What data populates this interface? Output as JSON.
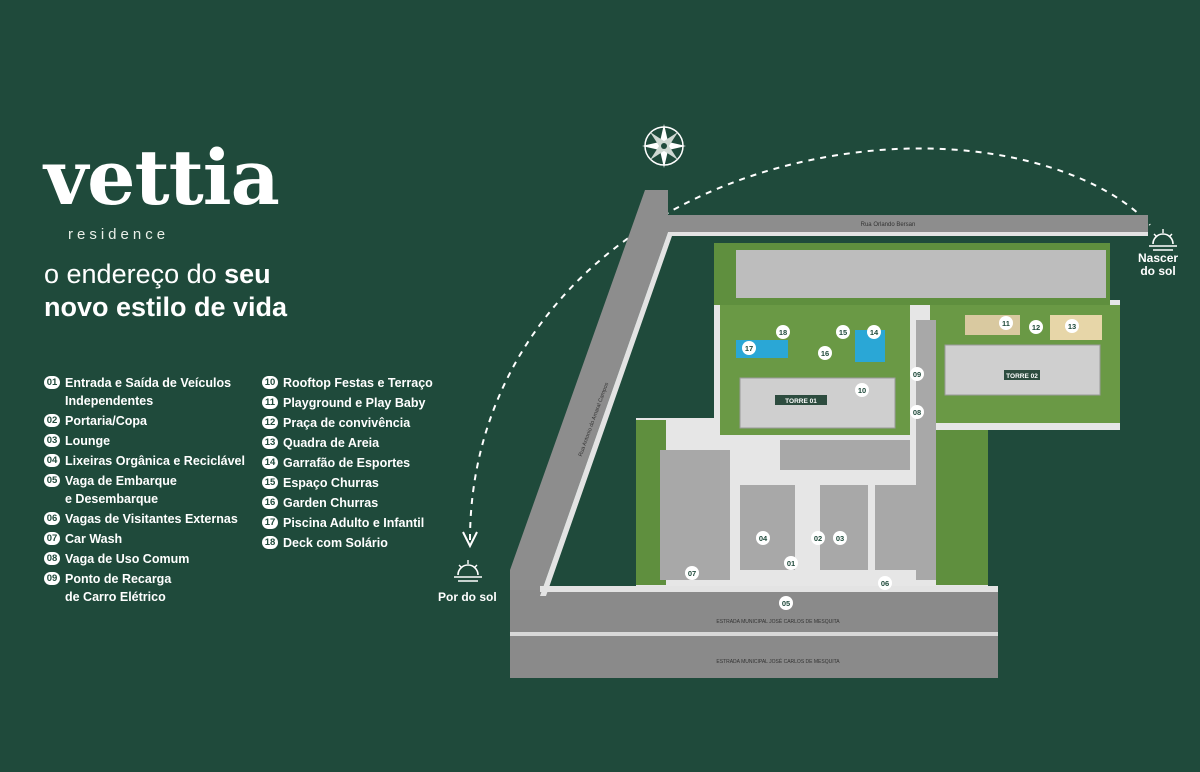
{
  "brand": {
    "name": "vettia",
    "subtitle": "residence"
  },
  "tagline": {
    "line1_pre": "o endereço do ",
    "line1_bold": "seu",
    "line2": "novo estilo de vida"
  },
  "legend_left": [
    {
      "num": "01",
      "label": "Entrada e Saída de Veículos Independentes"
    },
    {
      "num": "02",
      "label": "Portaria/Copa"
    },
    {
      "num": "03",
      "label": "Lounge"
    },
    {
      "num": "04",
      "label": "Lixeiras Orgânica e Reciclável"
    },
    {
      "num": "05",
      "label": "Vaga de Embarque e Desembarque"
    },
    {
      "num": "06",
      "label": "Vagas de Visitantes Externas"
    },
    {
      "num": "07",
      "label": "Car Wash"
    },
    {
      "num": "08",
      "label": "Vaga de Uso Comum"
    },
    {
      "num": "09",
      "label": "Ponto de Recarga de Carro Elétrico"
    }
  ],
  "legend_right": [
    {
      "num": "10",
      "label": "Rooftop Festas e Terraço"
    },
    {
      "num": "11",
      "label": "Playground e Play Baby"
    },
    {
      "num": "12",
      "label": "Praça de convivência"
    },
    {
      "num": "13",
      "label": "Quadra de Areia"
    },
    {
      "num": "14",
      "label": "Garrafão de Esportes"
    },
    {
      "num": "15",
      "label": "Espaço Churras"
    },
    {
      "num": "16",
      "label": "Garden Churras"
    },
    {
      "num": "17",
      "label": "Piscina Adulto e Infantil"
    },
    {
      "num": "18",
      "label": "Deck com Solário"
    }
  ],
  "sun": {
    "sunrise_line1": "Nascer",
    "sunrise_line2": "do sol",
    "sunset": "Por do sol"
  },
  "map": {
    "street_top": "Rua Orlando Bersan",
    "street_left": "Rua Antonio do Amaral Campos",
    "street_bottom_1": "ESTRADA MUNICIPAL JOSÉ CARLOS DE MESQUITA",
    "street_bottom_2": "ESTRADA MUNICIPAL JOSÉ CARLOS DE MESQUITA",
    "tower_1": "TORRE 01",
    "tower_2": "TORRE 02",
    "markers": [
      "01",
      "02",
      "03",
      "04",
      "05",
      "06",
      "07",
      "08",
      "09",
      "10",
      "11",
      "12",
      "13",
      "14",
      "15",
      "16",
      "17",
      "18"
    ]
  },
  "colors": {
    "background": "#1f4a3b",
    "road": "#8a8a8a",
    "sidewalk": "#e3e3e3",
    "grass": "#5f8f3e",
    "building": "#cfcfcf",
    "pool": "#2aa7d6"
  }
}
